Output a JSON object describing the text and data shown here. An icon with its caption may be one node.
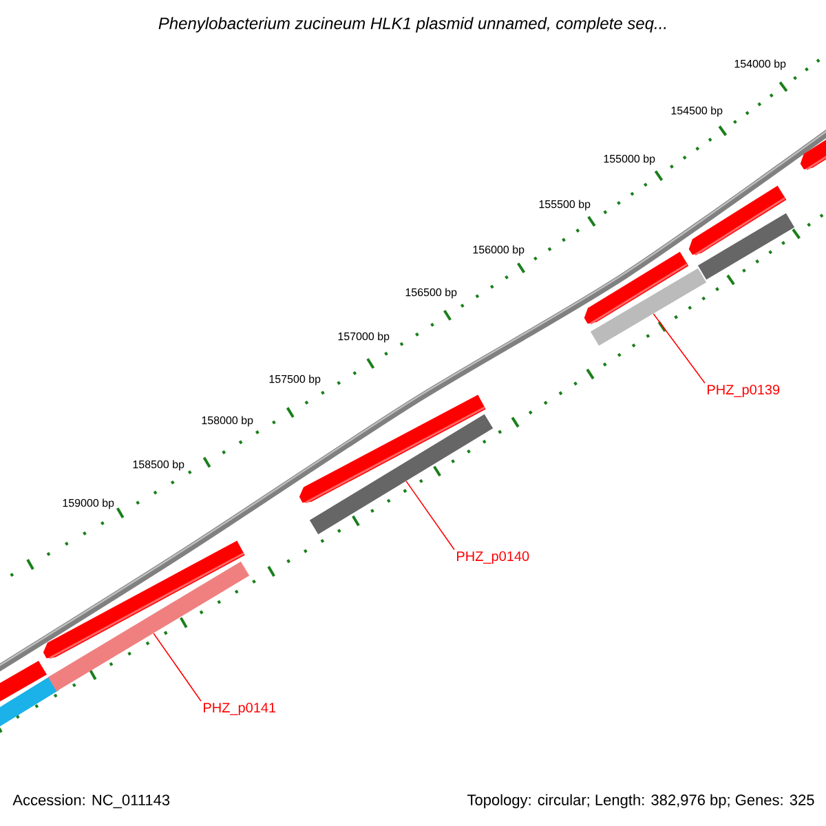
{
  "diagram": {
    "title": "Phenylobacterium zucineum HLK1 plasmid unnamed, complete seq...",
    "nodes": [
      {
        "text": [
          "PHZ_p0139"
        ]
      },
      {
        "text": [],
        "shape": "bar"
      },
      {
        "text": [
          "PHZ_p0140"
        ]
      },
      {
        "text": [],
        "shape": "bar"
      },
      {
        "text": [
          "PHZ_p0141"
        ]
      },
      {
        "text": [],
        "shape": "bar"
      }
    ],
    "edges": [
      {
        "from": 0,
        "to": 1,
        "arrow": "none"
      },
      {
        "from": 2,
        "to": 3,
        "arrow": "none"
      },
      {
        "from": 4,
        "to": 5,
        "arrow": "none"
      }
    ],
    "labels": [
      "154000 bp",
      "154500 bp",
      "155000 bp",
      "155500 bp",
      "156000 bp",
      "156500 bp",
      "157000 bp",
      "157500 bp",
      "158000 bp",
      "158500 bp",
      "159000 bp",
      "Accession: NC_011143",
      "Topology: circular; Length: 382,976 bp; Genes: 325"
    ]
  }
}
